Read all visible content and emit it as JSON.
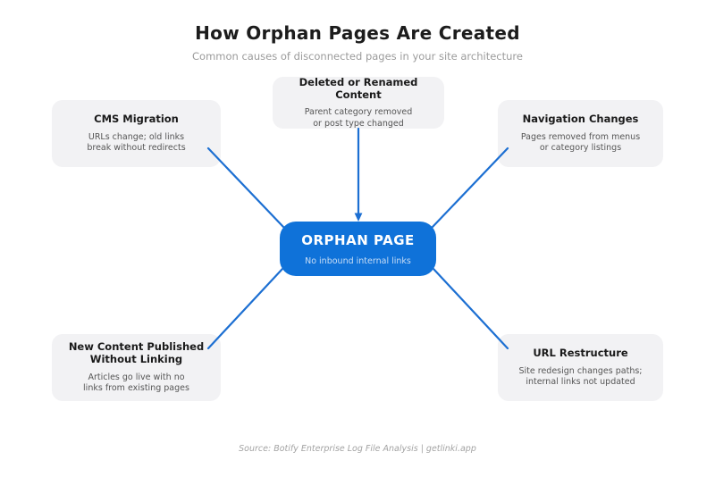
{
  "header": {
    "title": "How Orphan Pages Are Created",
    "subtitle": "Common causes of disconnected pages in your site architecture"
  },
  "center_node": {
    "title": "ORPHAN PAGE",
    "subtitle": "No inbound internal links"
  },
  "causes": [
    {
      "id": "deleted-or-renamed-content",
      "position": "top-center",
      "title": "Deleted or Renamed Content",
      "description": "Parent category removed\nor post type changed"
    },
    {
      "id": "cms-migration",
      "position": "top-left",
      "title": "CMS Migration",
      "description": "URLs change; old links\nbreak without redirects"
    },
    {
      "id": "navigation-changes",
      "position": "top-right",
      "title": "Navigation Changes",
      "description": "Pages removed from menus\nor category listings"
    },
    {
      "id": "new-content-published-without-linking",
      "position": "bottom-left",
      "title": "New Content Published\nWithout Linking",
      "description": "Articles go live with no\nlinks from existing pages"
    },
    {
      "id": "url-restructure",
      "position": "bottom-right",
      "title": "URL Restructure",
      "description": "Site redesign changes paths;\ninternal links not updated"
    }
  ],
  "footer": {
    "source": "Source: Botify Enterprise Log File Analysis | getlinki.app"
  },
  "colors": {
    "node_fill": "#0f72d9",
    "node_subtext": "#c9def6",
    "connector": "#1c6fd2",
    "card_background": "#f2f2f4",
    "title_text": "#1c1c1c",
    "subtitle_text": "#9b9b9b",
    "description_text": "#555555",
    "footer_text": "#a3a3a3"
  }
}
